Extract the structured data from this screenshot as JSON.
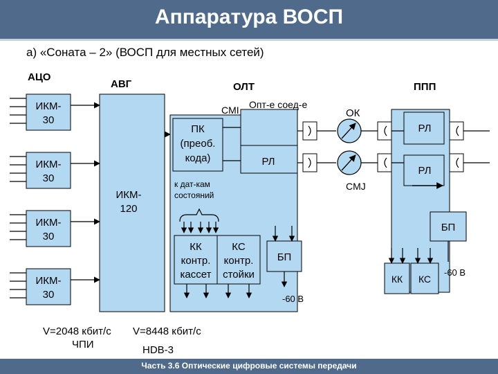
{
  "header": {
    "title": "Аппаратура ВОСП"
  },
  "subtitle": "а) «Соната – 2» (ВОСП  для местных сетей)",
  "sections": {
    "acu": "АЦО",
    "avg": "АВГ",
    "olt": "ОЛТ",
    "ppp": "ППП"
  },
  "ikm30": {
    "line1": "ИКМ-",
    "line2": "30"
  },
  "ikm120": {
    "line1": "ИКМ-",
    "line2": "120"
  },
  "pk": {
    "line1": "ПК",
    "line2": "(преоб.",
    "line3": "кода)"
  },
  "labels": {
    "cmi": "CMI",
    "opt_conn": "Опт-е соед-е",
    "ok": "ОК",
    "rl": "РЛ",
    "cmj": "CMJ",
    "sensors_line1": "к дат-кам",
    "sensors_line2": "состояний",
    "kk": "КК",
    "ks": "КС",
    "kk_full_line2": "контр.",
    "kk_full_line3": "кассет",
    "ks_full_line2": "контр.",
    "ks_full_line3": "стойки",
    "bp": "БП",
    "minus60": "-60 В"
  },
  "notes": {
    "v1": "V=2048 кбит/с",
    "v2": "V=8448 кбит/с",
    "chpi": "ЧПИ",
    "hdb3": "HDB-3"
  },
  "footer": "Часть 3.6 Оптические цифровые системы передачи"
}
